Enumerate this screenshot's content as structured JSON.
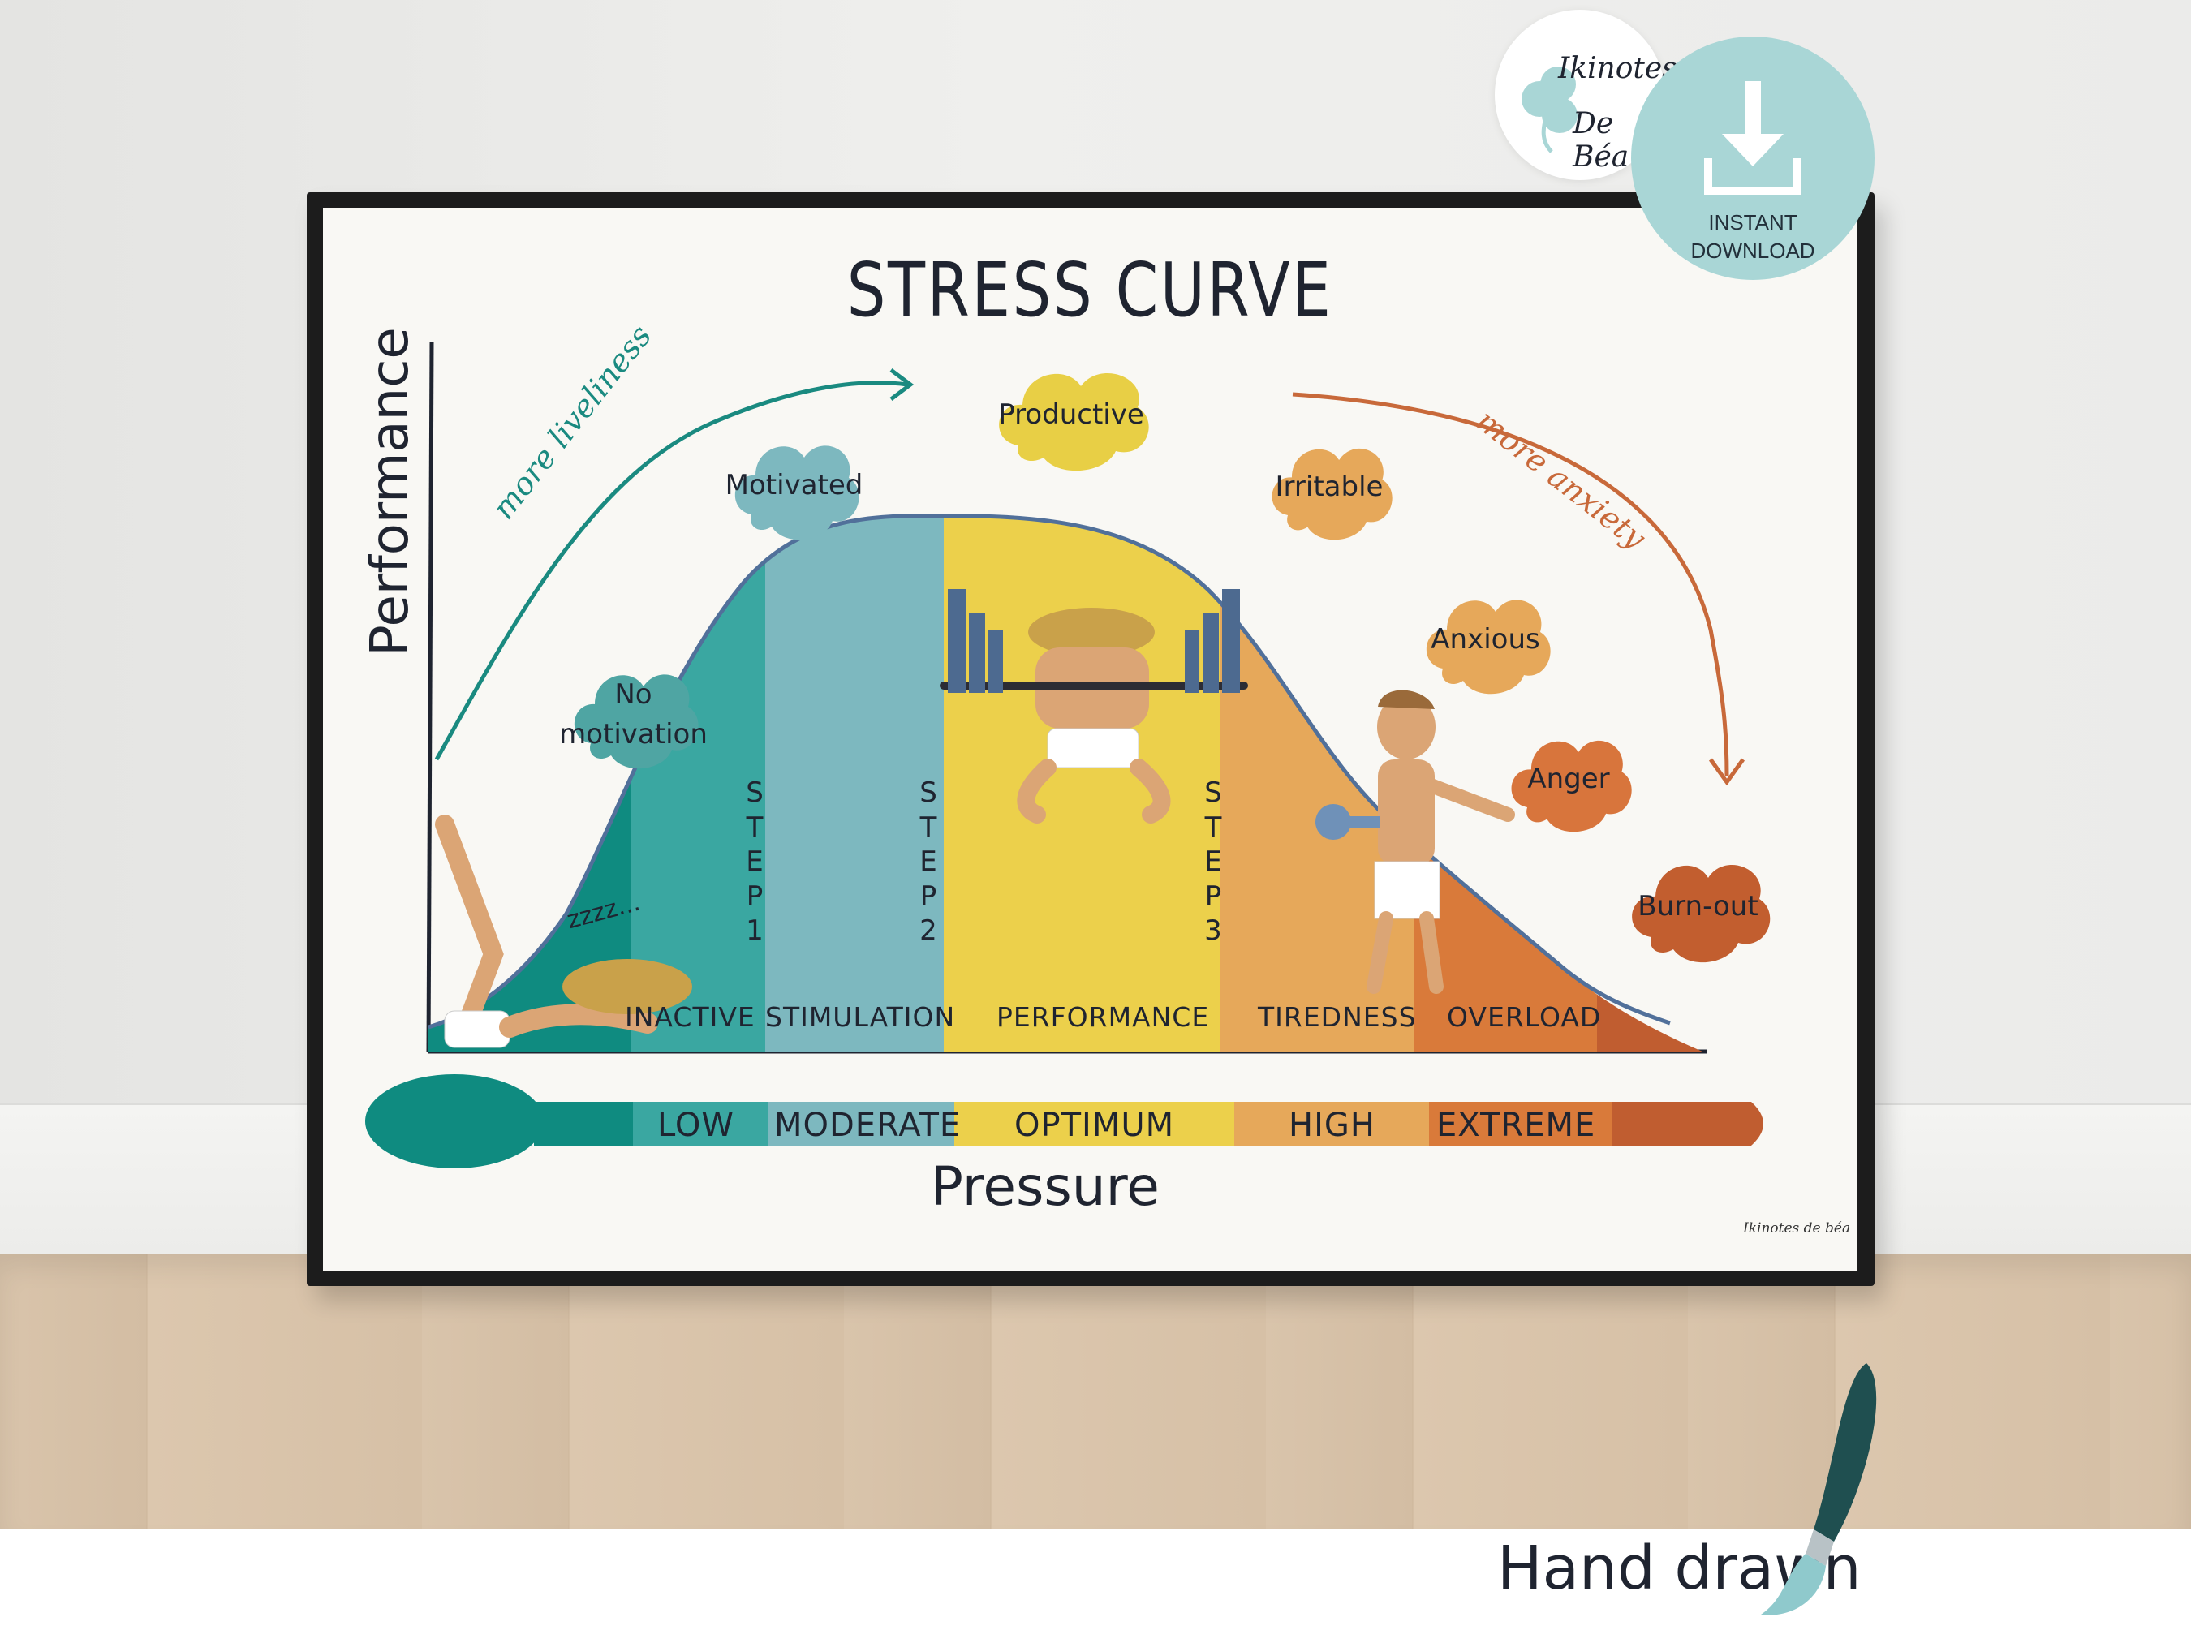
{
  "poster": {
    "title": "STRESS CURVE",
    "y_axis_label": "Performance",
    "x_axis_label": "Pressure",
    "signature": "Ikinotes de béa",
    "arrows": {
      "left": "more liveliness",
      "right": "more anxiety"
    },
    "clouds": [
      {
        "id": "no-motivation",
        "label": "No motivation",
        "color": "#4fa5a3"
      },
      {
        "id": "motivated",
        "label": "Motivated",
        "color": "#7db8bf"
      },
      {
        "id": "productive",
        "label": "Productive",
        "color": "#e8cf45"
      },
      {
        "id": "irritable",
        "label": "Irritable",
        "color": "#e6a85a"
      },
      {
        "id": "anxious",
        "label": "Anxious",
        "color": "#e6a85a"
      },
      {
        "id": "anger",
        "label": "Anger",
        "color": "#d8753c"
      },
      {
        "id": "burn-out",
        "label": "Burn-out",
        "color": "#c25e2f"
      }
    ],
    "zones": [
      "INACTIVE",
      "STIMULATION",
      "PERFORMANCE",
      "TIREDNESS",
      "OVERLOAD"
    ],
    "steps": [
      "STEP1",
      "STEP2",
      "STEP3"
    ],
    "pressure_bar": [
      "LOW",
      "MODERATE",
      "OPTIMUM",
      "HIGH",
      "EXTREME"
    ],
    "sleeping_sound": "zzzz...",
    "colors": {
      "teal_dark": "#0f8b80",
      "teal": "#3aa7a1",
      "teal_light": "#7db8bf",
      "yellow": "#ecd04b",
      "orange_light": "#e6a85a",
      "orange": "#d97a3a",
      "rust": "#c05d30",
      "left_arrow": "#1a8a80",
      "right_arrow": "#c8693a"
    }
  },
  "badges": {
    "logo_line1": "Ikinotes",
    "logo_line2": "De Béa",
    "download_line1": "INSTANT",
    "download_line2": "DOWNLOAD",
    "hand_drawn": "Hand drawn"
  }
}
